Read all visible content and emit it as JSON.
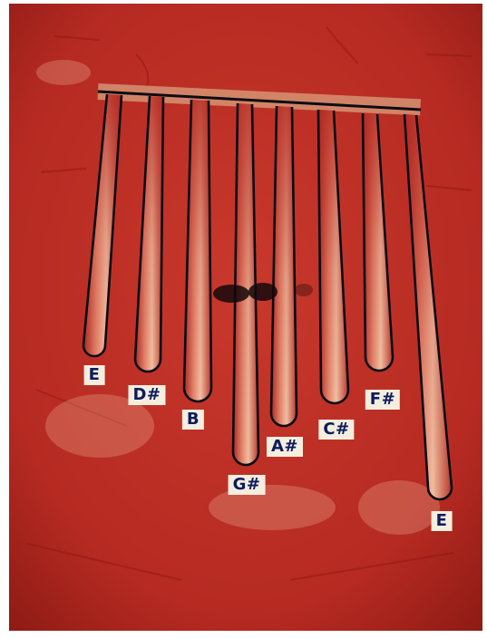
{
  "colors": {
    "board": "#b52a22",
    "board_dark": "#7e120f",
    "tine_fill": "#d04a3c",
    "tine_highlight": "#f3c7a8",
    "outline": "#0b0b14",
    "label_bg": "#f4eedf",
    "label_text": "#0d1a5c"
  },
  "tines": [
    {
      "note": "E"
    },
    {
      "note": "D#"
    },
    {
      "note": "B"
    },
    {
      "note": "G#"
    },
    {
      "note": "A#"
    },
    {
      "note": "C#"
    },
    {
      "note": "F#"
    },
    {
      "note": "E"
    }
  ]
}
